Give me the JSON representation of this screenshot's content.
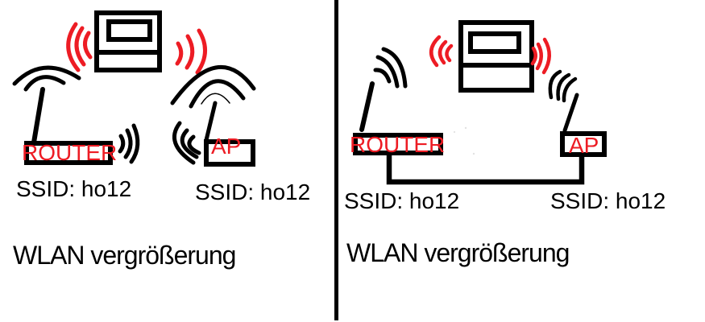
{
  "canvas": {
    "background": "#ffffff",
    "ink_color": "#000000",
    "accent_red": "#ed1c24",
    "description": "hand-drawn WLAN repeater diagram, two scenarios split by vertical divider"
  },
  "left_panel": {
    "router_label": "ROUTER",
    "ap_label": "AP",
    "ssid_router": "SSID: ho12",
    "ssid_ap": "SSID: ho12",
    "caption": "WLAN vergrößerung"
  },
  "right_panel": {
    "router_label": "ROUTER",
    "ap_label": "AP",
    "ssid_router": "SSID: ho12",
    "ssid_ap": "SSID: ho12",
    "caption": "WLAN vergrößerung"
  }
}
